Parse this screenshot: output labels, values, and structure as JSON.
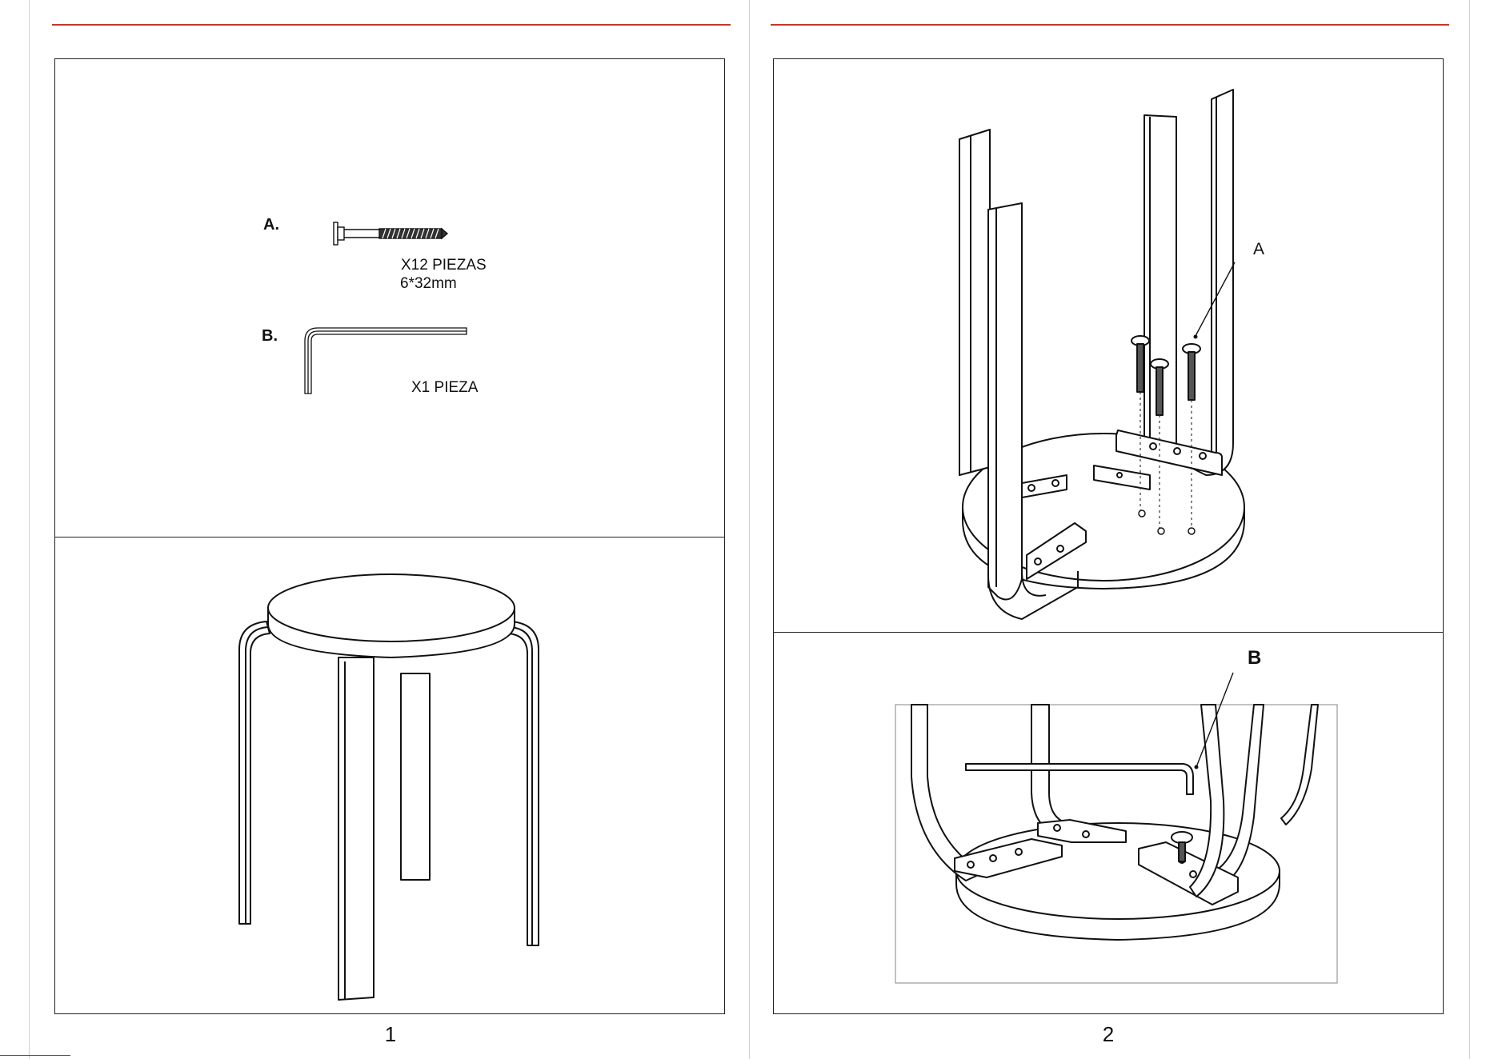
{
  "page1": {
    "parts": {
      "screw": {
        "letter": "A.",
        "qty": "X12 PIEZAS",
        "size": "6*32mm"
      },
      "allen_key": {
        "letter": "B.",
        "qty": "X1 PIEZA"
      }
    },
    "number": "1"
  },
  "page2": {
    "step1_callout": "A",
    "step2_callout": "B",
    "number": "2"
  },
  "colors": {
    "rule": "#c0392b",
    "line": "#222222"
  }
}
